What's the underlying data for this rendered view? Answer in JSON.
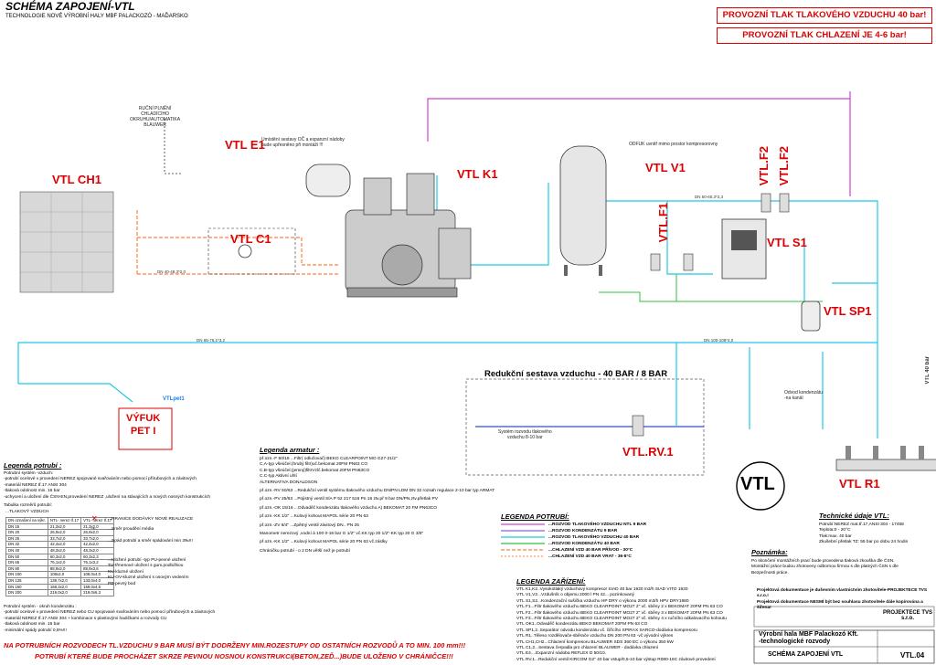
{
  "header": {
    "title": "SCHÉMA ZAPOJENÍ-VTL",
    "subtitle": "TECHNOLOGIE NOVÉ VÝROBNÍ HALY MBF PALACKOZÓ - MAĎARSKO",
    "pressure_note_1": "PROVOZNÍ TLAK TLAKOVÉHO VZDUCHU 40 bar!",
    "pressure_note_2": "PROVOZNÍ TLAK CHLAZENÍ JE 4-6 bar!"
  },
  "equipment": {
    "ch1": "VTL CH1",
    "e1": "VTL E1",
    "c1": "VTL C1",
    "k1": "VTL K1",
    "v1": "VTL V1",
    "f1": "VTL.F1",
    "f2a": "VTL.F2",
    "f2b": "VTL.F2",
    "s1": "VTL S1",
    "sp1": "VTL SP1",
    "r1": "VTL R1",
    "rv1": "VTL.RV.1",
    "exhaust": "VÝFUK\nPET I",
    "vtl_big": "VTL",
    "vtlpet": "VTLpet1",
    "vtl40": "VTL 40 bar"
  },
  "notes": {
    "manual_fill": "RUČNÍ PLNĚNÍ\nCHLADÍCÍHO\nOKRUHU/AUTOMATIKA\nBLAUWER",
    "expansion": "Umístění sestavy OČ a expanzní nádoby\nbude upřesněno při montáži !!!",
    "reduction": "Redukční sestava vzduchu - 40 BAR / 8 BAR",
    "distribution": "Systém rozvodu tlakového\nvzduchu 8-10 bar",
    "odfuk": "ODFUK uvnitř mimo prostor kompresorovny",
    "condensate": "Odvod kondenzátu\n-na kanál"
  },
  "legend_pipes": {
    "title": "Legenda potrubí :",
    "text": "Potrubní systém -vzduch:\n-potrubí ocelové v provedení NEREZ spojované svařováním nebo pomocí přírubových a závitových\n-materiál NEREZ tř.17 ANSI 304\n-tlaková odolnost min. 16 bar\n-uchycení a uložení dle ČSN-EN,provedení NEREZ ,uložení na stávajících a nových nosných konstrukcích",
    "table_title": "Tabulka rozměrů potrubí:",
    "table_sub": "...TLAKOVÝ VZDUCH",
    "table_headers": [
      "DN označení na výkr.",
      "NTL- nerez tř.17",
      "VTL- nerez tř.17"
    ],
    "table_rows": [
      [
        "DN 15",
        "21,3x2,0",
        "21,3x2,0"
      ],
      [
        "DN 20",
        "26,9x2,0",
        "26,9x2,0"
      ],
      [
        "DN 25",
        "33,7x2,0",
        "33,7x2,0"
      ],
      [
        "DN 32",
        "42,4x2,0",
        "42,4x2,0"
      ],
      [
        "DN 40",
        "48,3x2,0",
        "48,3x2,0"
      ],
      [
        "DN 50",
        "60,3x2,0",
        "60,3x2,3"
      ],
      [
        "DN 65",
        "76,1x2,0",
        "76,1x3,2"
      ],
      [
        "DN 80",
        "88,9x2,0",
        "88,9x3,6"
      ],
      [
        "DN 100",
        "108x2,0",
        "108,0x4,0"
      ],
      [
        "DN 125",
        "139,7x2,0",
        "133,0x4,0"
      ],
      [
        "DN 150",
        "168,3x2,0",
        "159,0x4,5"
      ],
      [
        "DN 200",
        "219,0x2,0",
        "219,0x6,3"
      ]
    ],
    "cooling_text": "Potrubní systém - okruh kondenzátu :\n-potrubí ocelové v provedení NEREZ nebo CU spojované svařováním nebo pomocí přírubových a závitových\n-materiál NEREZ tř.17 ANSI 304 + kombinace s plastovými hadičkami a rozvody CU\n-tlaková odolnost min. 16 bar\n-minimální spády potrubí 0,5%!!!",
    "marks": [
      "...HRANICE DODÁVKY NOVÉ REALIZACE",
      "...Směr proudění média",
      "...Spád potrubí a směr spádování min 3‰!!!",
      "...Uložení potrubí -typ PU-pevné uložení\nTU-třmenové uložení s gum.podložkou\nKU-kluzné uložení\nKU-OV-kluzné uložení s osovým vedením\nPB-pevný bod"
    ]
  },
  "legend_fittings": {
    "title": "Legenda armatur :",
    "items": [
      "př.ozn.-F 50/16 ...Filtr( odlučovač) BEKO CLEARPOINT MO G27-21/2\"\nC.A-typ všeúčel.(hrubý filtr)uč.bekomat 20FM PN63 CO\nC.B-typ všeúčel.(jemný)filtrVzlč.bekomat 20FM PN63CO\nC.C-typ Aktivní uhlí\nALTERNATIVA DONALDSON",
      "př.ozn.-RV 50/63 ...Redukční ventil systému tlakového vzduchu DN/PN LDM DN 32 rozsah regulace 2-10 bar typ ARMAT",
      "př.ozn.-PV 25/63 ...Pojistný ventil SÍA P 52 217 516 Pn 16 ztv.př 9 bar DN/PN,ztv.přetlak PV",
      "př.ozn.-OK 15/16 ...Odvaděč kondenzátu tlakového vzduchu A) BEKOMAT 20 FM PN63CO",
      "př.ozn.-KK 1/2\" ...Kulový kohout MAPOL série 20 PN 63",
      "př.ozn.-ZV 6/4\" ...Zpětný ventil závitový DN.. PN 25",
      "Manometr nerezový ,vodní á 100 0-16 bar G 1/2\" vč.KK typ 20 1/2\"-KK typ 20 G 3/8\"",
      "př.ozn.-KK 1/2\" ...Kulový kohout MAPOL série 20 PN 63 vč.záslky",
      "Chráničku potrubí - o 2 DN větší než je potrubí"
    ]
  },
  "legend_lines": {
    "title": "LEGENDA POTRUBÍ:",
    "items": [
      {
        "label": "...ROZVOD TLAKOVÉHO VZDUCHU NTL 9 BAR",
        "color": "#d040d0"
      },
      {
        "label": "...ROZVOD KONDENZÁTU 9 BAR",
        "color": "#9060d0"
      },
      {
        "label": "...ROZVOD TLAKOVÉHO VZDUCHU 40 BAR",
        "color": "#20c0e0"
      },
      {
        "label": "...ROZVOD KONDENZÁTU 40 BAR",
        "color": "#20b040"
      },
      {
        "label": "...CHLAZENÍ VZD 40 BAR PŘÍVOD - 30°C",
        "color": "#ff8040"
      },
      {
        "label": "...CHLAZENÍ VZD 40 BAR VRAT - 36-8°C",
        "color": "#ff9966"
      }
    ]
  },
  "legend_devices": {
    "title": "LEGENDA ZAŘÍZENÍ:",
    "items": [
      "VTL K1,K2..Vysokotlaký vzduchový kompresor SIAD 40 bar 1920 m3/h SIAD VITO 1920",
      "VTL V1,V2...Vzdušník o objemu 2000 l PN 42... pozinkovaný",
      "VTL S1,S2...Kondenzační sušička vzduchu HP DRY o výkonu 2000 m3/h HPV DRY1980",
      "VTL F1...Filtr tlakového vzduchu BEKO CLEARPOINT MO27 2\" vč. sběny 2 x BEKOMAT 20FM PN 63 CO",
      "VTL F2...Filtr tlakového vzduchu BEKO CLEARPOINT MO27 2\" vč. sběny 3 x BEKOMAT 20FM PN 63 CO",
      "VTL F3...Filtr tlakového vzduchu BEKO CLEARPOINT MO27 2\" vč. sběny 4 x ručního odkalovacího kohoutu",
      "VTL OK1..Odvaděč kondenzátu BEKO BEKOMAT 20FM PN 63 CO",
      "VTL SP1,2..Separátor odvodu kondenzátu vč. čiřícího SPIRAX SARCO-dodávka kompresoru",
      "VTL R1..Těleso rozdělovače-sběrače vzduchu DN 200 PN 63 -vč.vývodní výkres",
      "VTL CH1,CH2...Chlazení kompresoru BLAUWER SDS 360 EC o výkonu 350 kW",
      "VTL C1,2...Sestava čerpadla pro chlazení BLAUWER - dodávka chlazení",
      "VTL E4....Expanzní nádoba REFLEX D 50/10.",
      "VTL RV.1...Redukční ventil KIRCOM G2\" 40 bar vstup/0,5-10 bar výstup R080-16C závitové provedení"
    ]
  },
  "tech_data": {
    "title": "Technické údaje VTL:",
    "lines": [
      "Potrubí:NEREZ mat.tř.17,ANSI 304 - 17458",
      "Teplota:0 - 20°C",
      "Tlak:max. 40 bar",
      "Zkušební přetlak TZ: 55 bar po dobu 24 hodin"
    ]
  },
  "remark": {
    "title": "Poznámka:",
    "lines": [
      "Po skončení montážních prací bude provedena tlaková zkouška dle ČSN.",
      "Montážní práce budou zhotoveny odbornou firmou s dle platných ČSN s dle",
      "Bezpečnosti práce."
    ]
  },
  "ownership": "Projektová dokumentace je duševním vlastnictvím zhotovitele-PROJEKTECE TVS s.r.o.!\nProjektová dokumentace NESMÍ být bez souhlasu zhotovitele dále kopírována a šířena!",
  "title_block": {
    "company": "PROJEKTECE TVS s.r.o.",
    "project": "Výrobní hala MBF Palackozó Kft.\n-technologické rozvody",
    "drawing": "SCHÉMA ZAPOJENÍ VTL",
    "number": "VTL.04"
  },
  "footer": {
    "line1": "NA POTRUBNÍCH ROZVODECH TL.VZDUCHU 9 BAR MUSÍ BÝT DODRŽENY MIN.ROZESTUPY OD OSTATNÍCH ROZVODŮ A TO MIN. 100 mm!!!",
    "line2": "POTRUBÍ KTERÉ BUDE PROCHÁZET SKRZE PEVNOU NOSNOU KONSTRUKCI(BETON,ZEĎ...)BUDE ULOŽENO V CHRÁNIČCE!!!"
  },
  "pipe_labels": {
    "dn65": "DN 65-76,1*3,2",
    "dn50": "DN 50-60,3*2,3",
    "dn40": "DN 40-48,3*2,0",
    "dn100": "DN 100-108*4,0"
  },
  "colors": {
    "red": "#d00000",
    "magenta": "#d040d0",
    "cyan": "#20c8e8",
    "green": "#30c040",
    "orange": "#ff8040",
    "blue": "#3050c0"
  }
}
